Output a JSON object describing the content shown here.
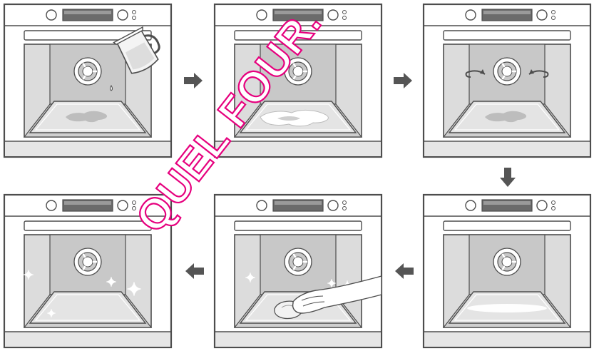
{
  "watermark": {
    "text": "QUEL FOUR.",
    "color": "#e6007e"
  },
  "colors": {
    "frame": "#4d4d4d",
    "panel_fill": "#f2f2f2",
    "cavity": "#dcdcdc",
    "cavity_inner": "#c8c8c8",
    "arrow": "#555555",
    "highlight": "#ffffff"
  },
  "steps": [
    {
      "id": "step-1-pour-water",
      "icons": [
        "water-jug-icon",
        "water-drop-icon",
        "water-puddle-icon"
      ]
    },
    {
      "id": "step-2-water-spread",
      "icons": [
        "water-puddle-icon"
      ]
    },
    {
      "id": "step-3-fan-circulation",
      "icons": [
        "rotation-arrows-icon",
        "water-puddle-icon"
      ]
    },
    {
      "id": "step-4-steam-clean",
      "icons": [
        "clean-glare-icon"
      ]
    },
    {
      "id": "step-5-wipe-cloth",
      "icons": [
        "hand-with-cloth-icon",
        "sparkle-icon"
      ]
    },
    {
      "id": "step-6-clean-oven",
      "icons": [
        "sparkle-icon"
      ]
    }
  ],
  "flow_arrows": [
    "right",
    "right",
    "down",
    "left",
    "left"
  ]
}
